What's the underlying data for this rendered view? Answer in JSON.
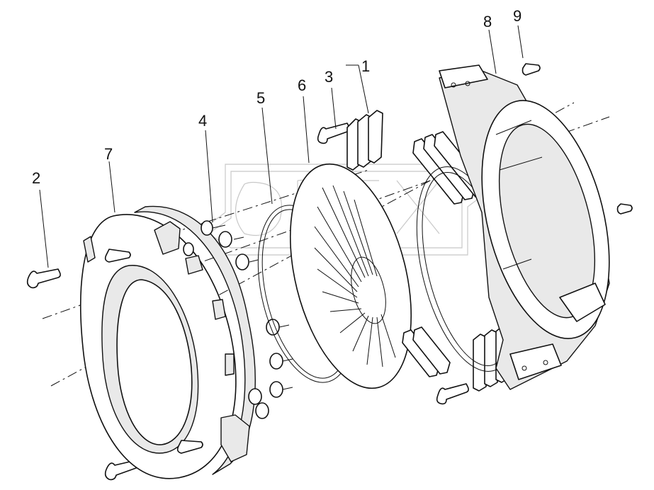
{
  "callouts": [
    {
      "id": "c1",
      "label": "1"
    },
    {
      "id": "c2",
      "label": "2"
    },
    {
      "id": "c3",
      "label": "3"
    },
    {
      "id": "c4",
      "label": "4"
    },
    {
      "id": "c5",
      "label": "5"
    },
    {
      "id": "c6",
      "label": "6"
    },
    {
      "id": "c7",
      "label": "7"
    },
    {
      "id": "c8",
      "label": "8"
    },
    {
      "id": "c9",
      "label": "9"
    }
  ],
  "watermark": {
    "text": "OPEX"
  }
}
